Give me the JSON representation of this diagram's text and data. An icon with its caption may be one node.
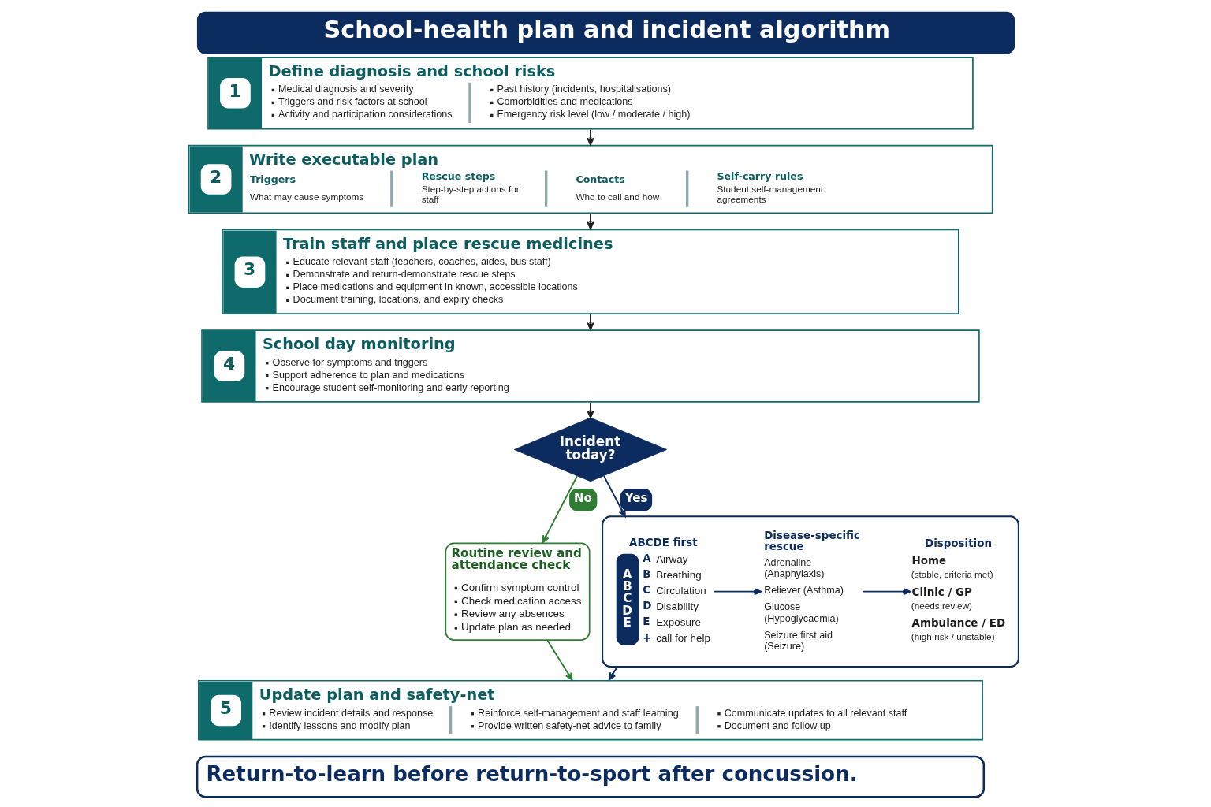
{
  "diagram": {
    "title": "School-health plan and incident algorithm",
    "nodes": [
      {
        "text": [
          "1",
          "Define diagnosis and school risks",
          "Medical diagnosis and severity",
          "Triggers and risk factors at school",
          "Activity and participation considerations",
          "Past history (incidents, hospitalisations)",
          "Comorbidities and medications",
          "Emergency risk level (low / moderate / high)"
        ]
      },
      {
        "text": [
          "2",
          "Write executable plan",
          "Triggers",
          "What may cause symptoms",
          "Rescue steps",
          "Step-by-step actions for staff",
          "Contacts",
          "Who to call and how",
          "Self-carry rules",
          "Student self-management agreements"
        ]
      },
      {
        "text": [
          "3",
          "Train staff and place rescue medicines",
          "Educate relevant staff (teachers, coaches, aides, bus staff)",
          "Demonstrate and return-demonstrate rescue steps",
          "Place medications and equipment in known, accessible locations",
          "Document training, locations, and expiry checks"
        ]
      },
      {
        "text": [
          "4",
          "School day monitoring",
          "Observe for symptoms and triggers",
          "Support adherence to plan and medications",
          "Encourage student self-monitoring and early reporting"
        ]
      },
      {
        "text": [
          "Incident today?"
        ]
      },
      {
        "text": [
          "Routine review and attendance check",
          "Confirm symptom control",
          "Check medication access",
          "Review any absences",
          "Update plan as needed"
        ]
      },
      {
        "text": [],
        "shape": "box"
      },
      {
        "text": [
          "ABCDE first",
          "A B C D E",
          "A",
          "Airway",
          "B",
          "Breathing",
          "C",
          "Circulation",
          "D",
          "Disability",
          "E",
          "Exposure",
          "+",
          "call for help"
        ],
        "in": 6
      },
      {
        "text": [
          "Disease-specific rescue",
          "Adrenaline (Anaphylaxis)",
          "Reliever (Asthma)",
          "Glucose (Hypoglycaemia)",
          "Seizure first aid (Seizure)"
        ],
        "in": 6
      },
      {
        "text": [
          "Disposition",
          "Home",
          "(stable, criteria met)",
          "Clinic / GP",
          "(needs review)",
          "Ambulance / ED",
          "(high risk / unstable)"
        ],
        "in": 6
      },
      {
        "text": [
          "5",
          "Update plan and safety-net",
          "Review incident details and response",
          "Identify lessons and modify plan",
          "Reinforce self-management and staff learning",
          "Provide written safety-net advice to family",
          "Communicate updates to all relevant staff",
          "Document and follow up"
        ]
      },
      {
        "text": [
          "Return-to-learn before return-to-sport after concussion."
        ]
      }
    ],
    "edges": [
      {
        "from": 0,
        "to": 1,
        "arrow": "to"
      },
      {
        "from": 1,
        "to": 2,
        "arrow": "to"
      },
      {
        "from": 2,
        "to": 3,
        "arrow": "to"
      },
      {
        "from": 3,
        "to": 4,
        "arrow": "to"
      },
      {
        "from": 4,
        "to": 5,
        "arrow": "to",
        "label": "No",
        "color": "#2e7d32"
      },
      {
        "from": 4,
        "to": 6,
        "arrow": "to",
        "label": "Yes",
        "color": "#0c2b5e"
      },
      {
        "from": 7,
        "to": 8,
        "arrow": "to",
        "color": "#0c2b5e"
      },
      {
        "from": 8,
        "to": 9,
        "arrow": "to",
        "color": "#0c2b5e"
      },
      {
        "from": 5,
        "to": 10,
        "arrow": "to",
        "color": "#2e7d32"
      },
      {
        "from": 6,
        "to": 10,
        "arrow": "to",
        "color": "#0c2b5e"
      }
    ]
  }
}
